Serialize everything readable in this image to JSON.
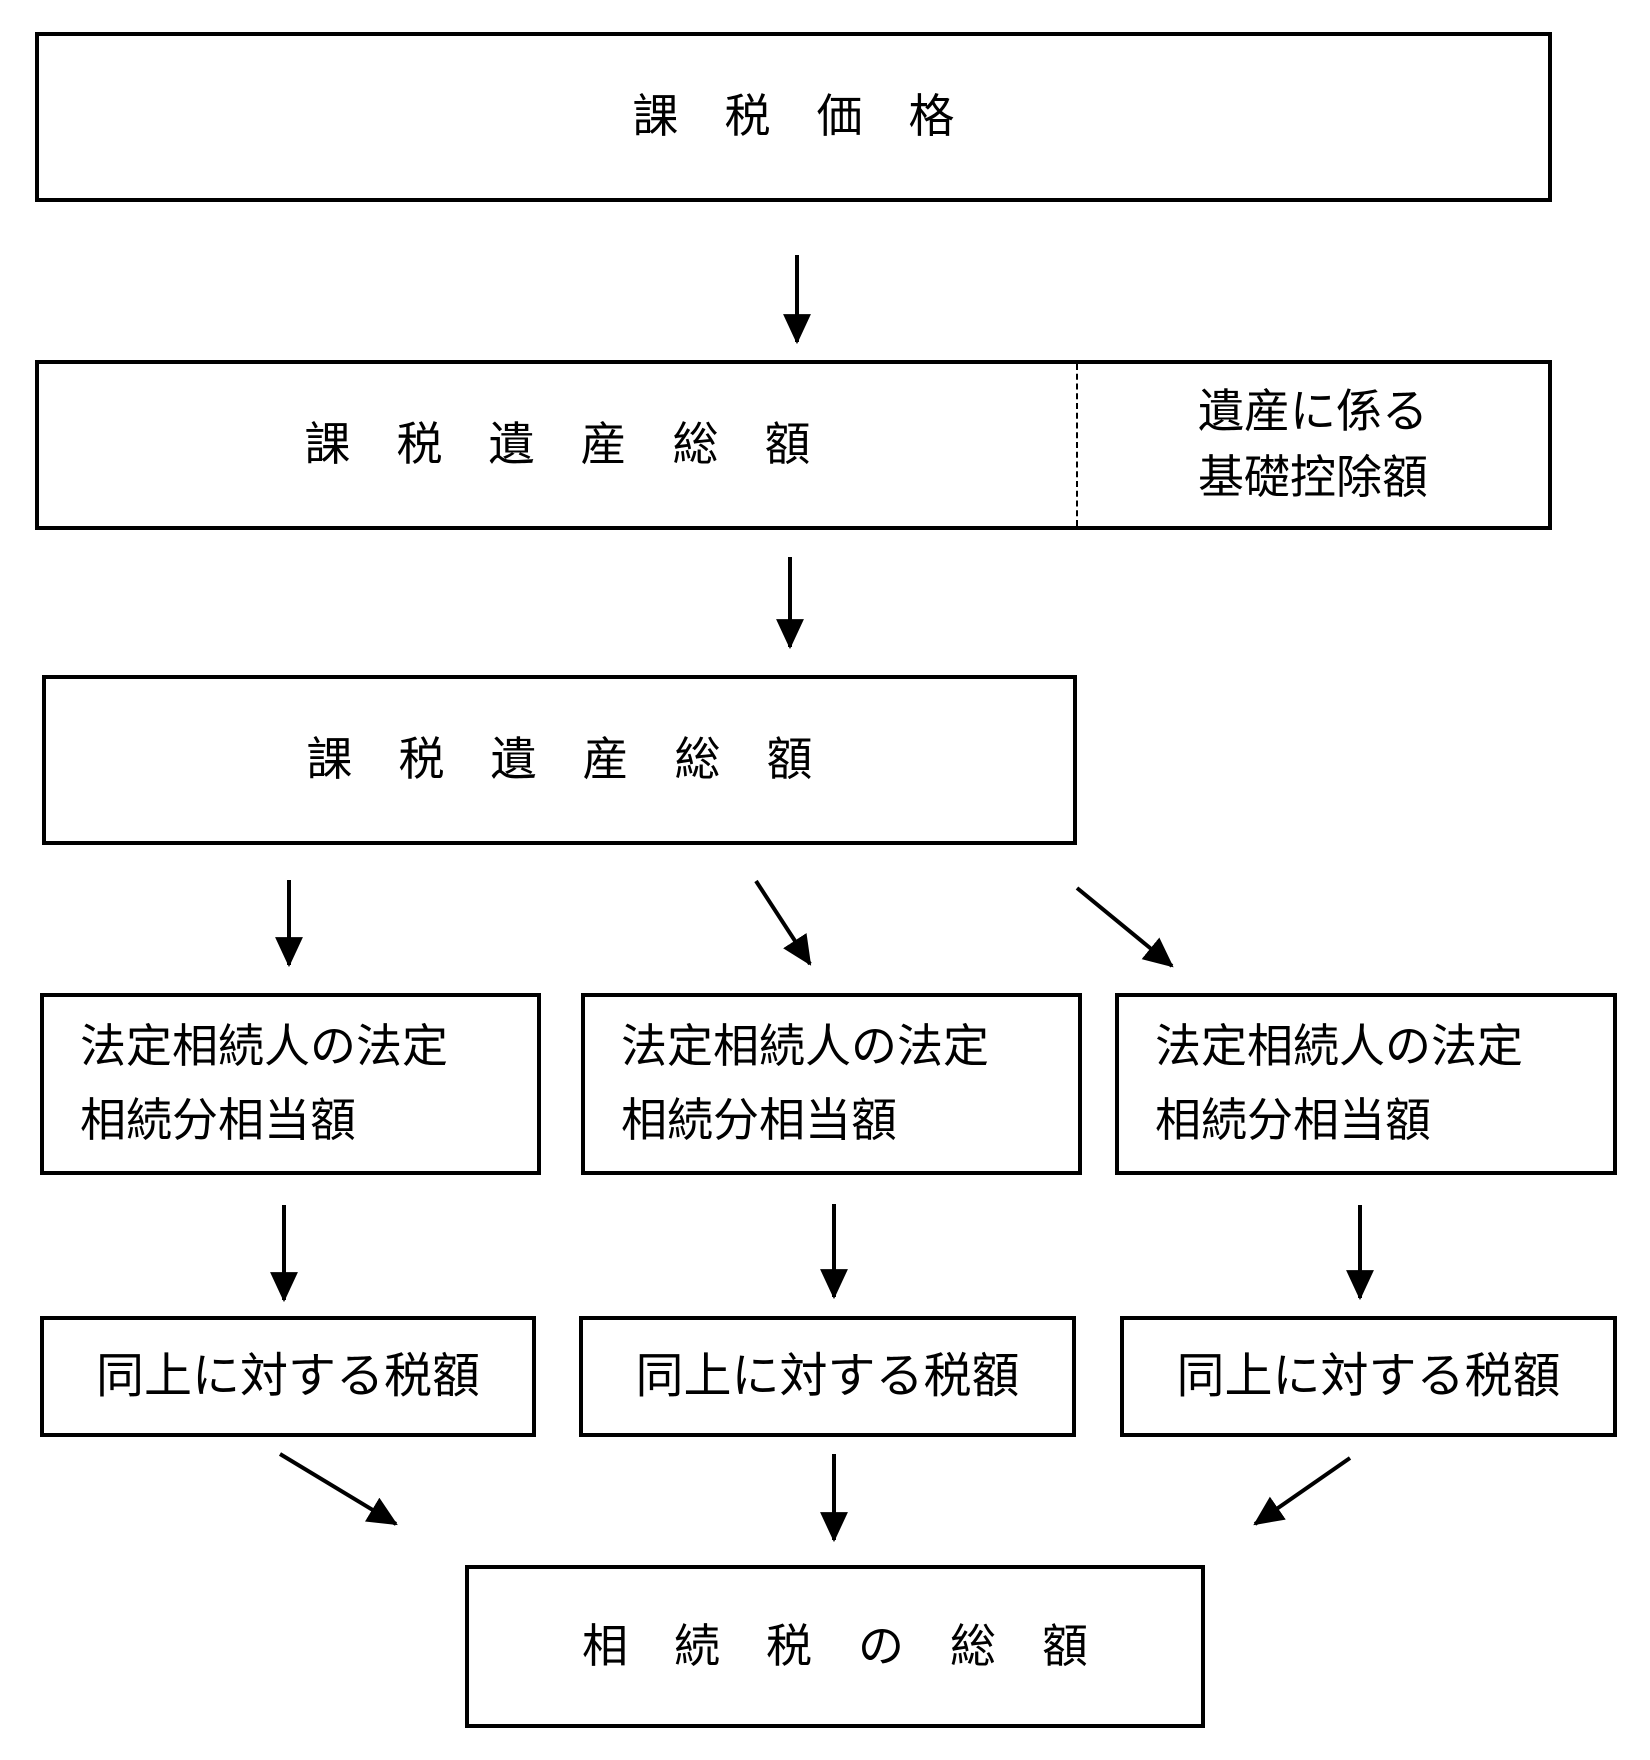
{
  "flowchart": {
    "box_taxable_value": {
      "label": "課　税　価　格"
    },
    "box_estate_split": {
      "left_label": "課　税　遺　産　総　額",
      "right_label_line1": "遺産に係る",
      "right_label_line2": "基礎控除額"
    },
    "box_estate_total": {
      "label": "課　税　遺　産　総　額"
    },
    "heir_boxes": [
      {
        "line1": "法定相続人の法定",
        "line2": "相続分相当額"
      },
      {
        "line1": "法定相続人の法定",
        "line2": "相続分相当額"
      },
      {
        "line1": "法定相続人の法定",
        "line2": "相続分相当額"
      }
    ],
    "tax_boxes": [
      {
        "label": "同上に対する税額"
      },
      {
        "label": "同上に対する税額"
      },
      {
        "label": "同上に対する税額"
      }
    ],
    "box_total_tax": {
      "label": "相　続　税　の　総　額"
    },
    "colors": {
      "line": "#000000",
      "background": "#ffffff"
    }
  }
}
